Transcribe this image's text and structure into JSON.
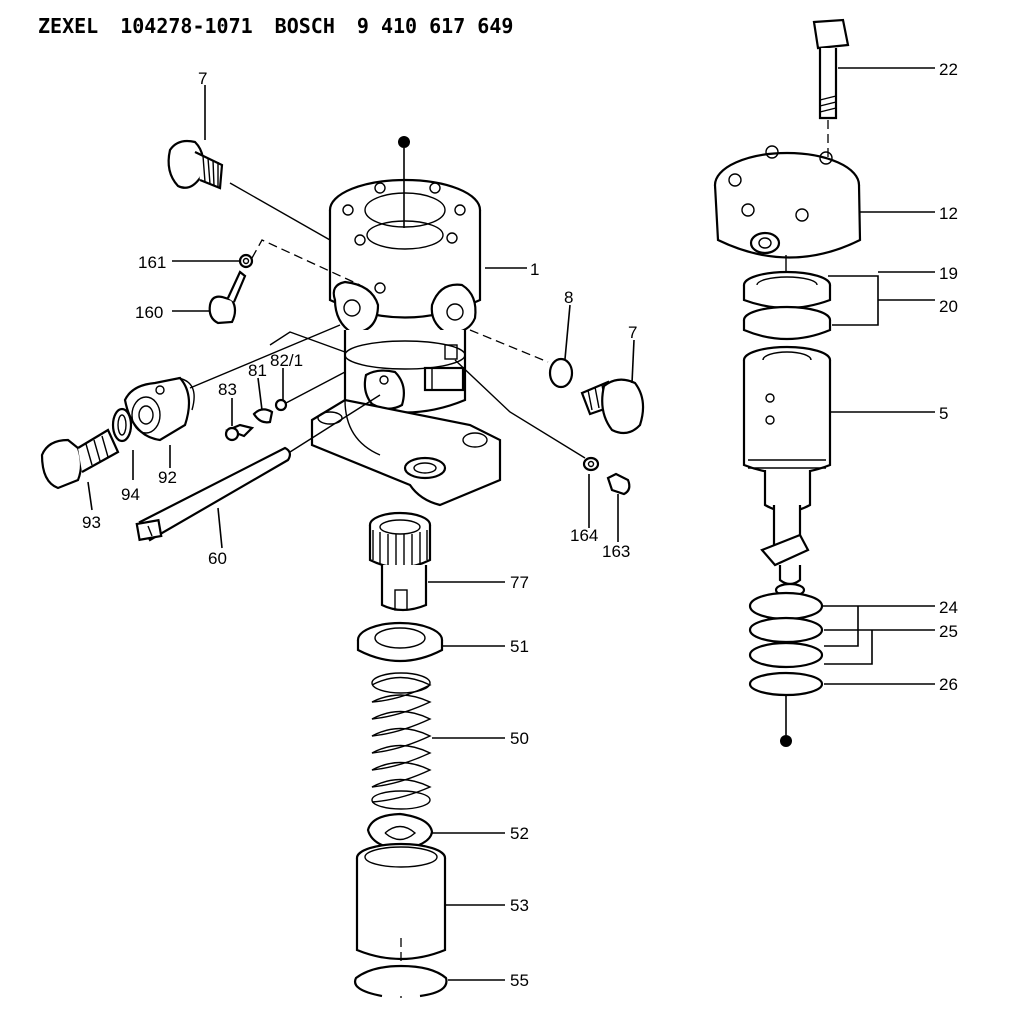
{
  "header": {
    "brand1": "ZEXEL",
    "code1": "104278-1071",
    "brand2": "BOSCH",
    "code2": "9 410 617 649"
  },
  "callouts": {
    "p7a": "7",
    "p161": "161",
    "p160": "160",
    "p1": "1",
    "p8": "8",
    "p7b": "7",
    "p83": "83",
    "p81": "81",
    "p821": "82/1",
    "p92": "92",
    "p94": "94",
    "p93": "93",
    "p60": "60",
    "p164": "164",
    "p163": "163",
    "p77": "77",
    "p51": "51",
    "p50": "50",
    "p52": "52",
    "p53": "53",
    "p55": "55",
    "p22": "22",
    "p12": "12",
    "p19": "19",
    "p20": "20",
    "p5": "5",
    "p24": "24",
    "p25": "25",
    "p26": "26"
  }
}
